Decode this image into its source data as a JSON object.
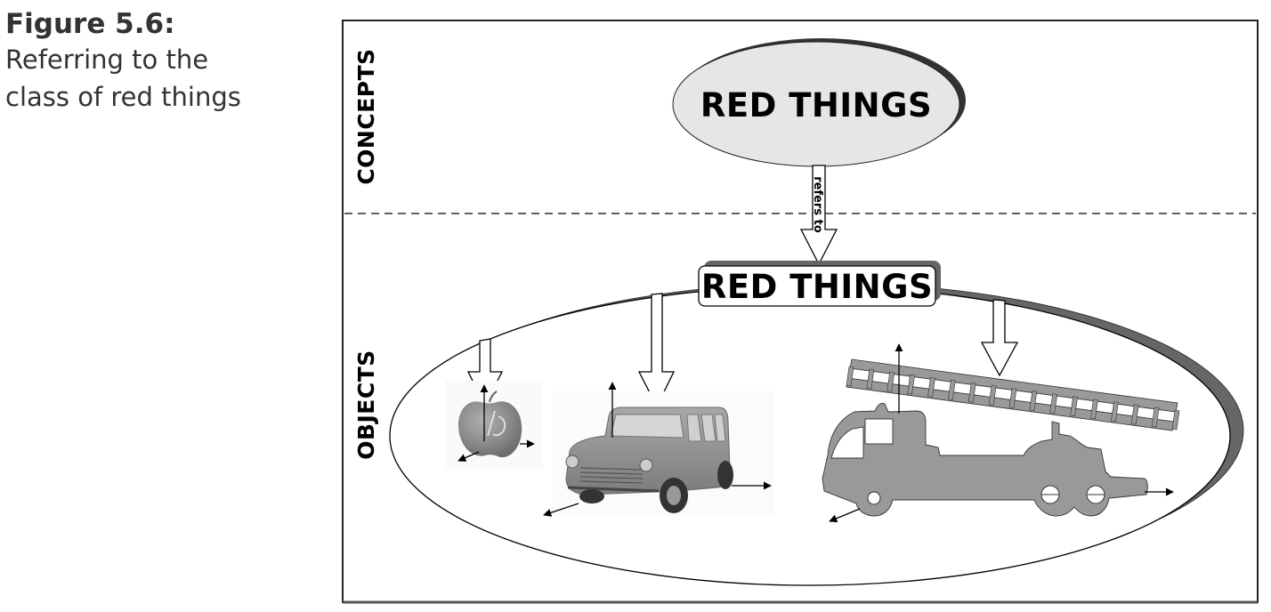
{
  "caption": {
    "figure_number": "Figure 5.6:",
    "text_line_1": "Referring to the",
    "text_line_2": "class of red things"
  },
  "diagram": {
    "regions": {
      "top_label": "CONCEPTS",
      "bottom_label": "OBJECTS"
    },
    "concept_node": {
      "label": "RED THINGS",
      "shape": "ellipse",
      "fill": "#e6e6e6"
    },
    "reference_arrow": {
      "label": "refers to"
    },
    "class_node": {
      "label": "RED THINGS",
      "shape": "rounded-rectangle",
      "fill": "#ffffff"
    },
    "objects": [
      {
        "name": "apple",
        "icon": "apple-icon"
      },
      {
        "name": "car",
        "icon": "car-icon"
      },
      {
        "name": "fire truck",
        "icon": "fire-truck-icon"
      }
    ],
    "colors": {
      "outline": "#000000",
      "shadow_dark": "#333333",
      "shadow_mid": "#666666",
      "object_gray": "#999999",
      "caption_text": "#333333"
    }
  }
}
